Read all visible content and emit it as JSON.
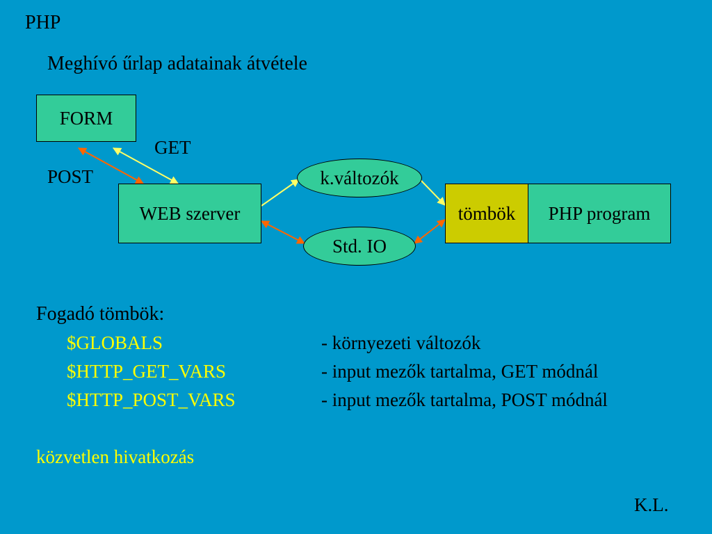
{
  "header": {
    "title": "PHP"
  },
  "subtitle": "Meghívó űrlap adatainak átvétele",
  "diagram": {
    "form_box": "FORM",
    "get_label": "GET",
    "post_label": "POST",
    "web_server_box": "WEB szerver",
    "env_vars_ellipse": "k.változók",
    "std_io_ellipse": "Std. IO",
    "arrays_box": "tömbök",
    "php_program_box": "PHP program",
    "colors": {
      "box_fill": "#33cc99",
      "highlight_fill": "#cccc00",
      "get_arrow": "#ffff66",
      "post_arrow": "#ff6600"
    }
  },
  "receiving_arrays": {
    "heading": "Fogadó tömbök:",
    "rows": [
      {
        "name": "$GLOBALS",
        "desc": "- környezeti változók"
      },
      {
        "name": "$HTTP_GET_VARS",
        "desc": "- input mezők tartalma, GET módnál"
      },
      {
        "name": "$HTTP_POST_VARS",
        "desc": "- input mezők tartalma, POST módnál"
      }
    ]
  },
  "direct_reference": "közvetlen hivatkozás",
  "footer": {
    "author": "K.L."
  }
}
